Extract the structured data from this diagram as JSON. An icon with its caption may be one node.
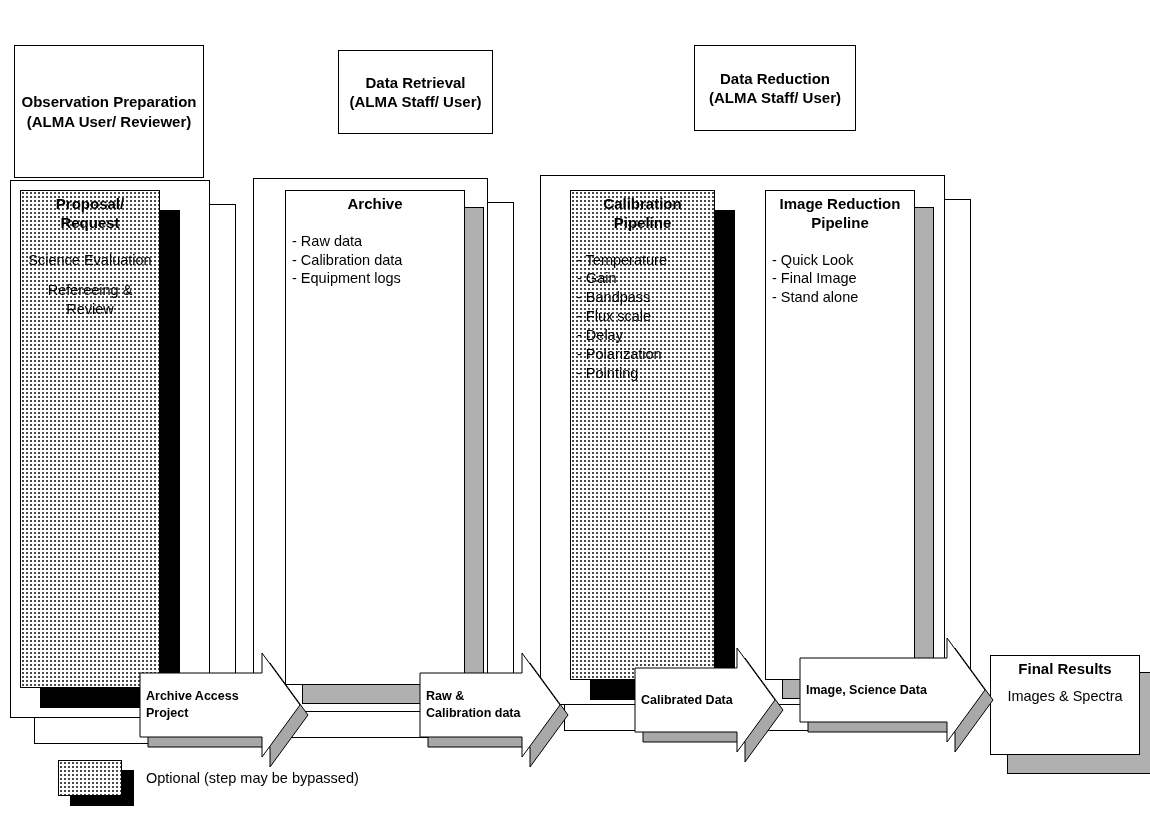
{
  "diagram": {
    "nodes": [
      {
        "text": [
          "Observation Preparation (ALMA User/ Reviewer)"
        ]
      },
      {
        "text": [
          "Data Retrieval (ALMA Staff/ User)"
        ]
      },
      {
        "text": [
          "Data Reduction (ALMA Staff/ User)"
        ]
      },
      {
        "text": [],
        "shape": "box"
      },
      {
        "text": [
          "Proposal/ Request",
          "Science Evaluation",
          "Refereeing & Review"
        ],
        "in": 3
      },
      {
        "text": [],
        "shape": "box"
      },
      {
        "text": [
          "Archive",
          "- Raw data",
          "- Calibration data",
          "- Equipment logs"
        ],
        "in": 5
      },
      {
        "text": [],
        "shape": "box"
      },
      {
        "text": [
          "Calibration Pipeline",
          "- Temperature",
          "- Gain",
          "- Bandpass",
          "- Flux scale",
          "- Delay",
          "- Polarization",
          "- Pointing"
        ],
        "in": 7
      },
      {
        "text": [
          "Image Reduction Pipeline",
          "- Quick Look",
          "- Final Image",
          "- Stand alone"
        ],
        "in": 7
      },
      {
        "text": [
          "Final Results",
          "Images & Spectra"
        ]
      }
    ],
    "edges": [
      {
        "from": 4,
        "to": 6,
        "arrow": "to",
        "label": "Archive Access Project"
      },
      {
        "from": 6,
        "to": 8,
        "arrow": "to",
        "label": "Raw & Calibration data"
      },
      {
        "from": 8,
        "to": 9,
        "arrow": "to",
        "label": "Calibrated Data"
      },
      {
        "from": 9,
        "to": 10,
        "arrow": "to",
        "label": "Image, Science Data"
      }
    ],
    "legend": [
      {
        "text": "Optional (step may be bypassed)"
      }
    ]
  }
}
